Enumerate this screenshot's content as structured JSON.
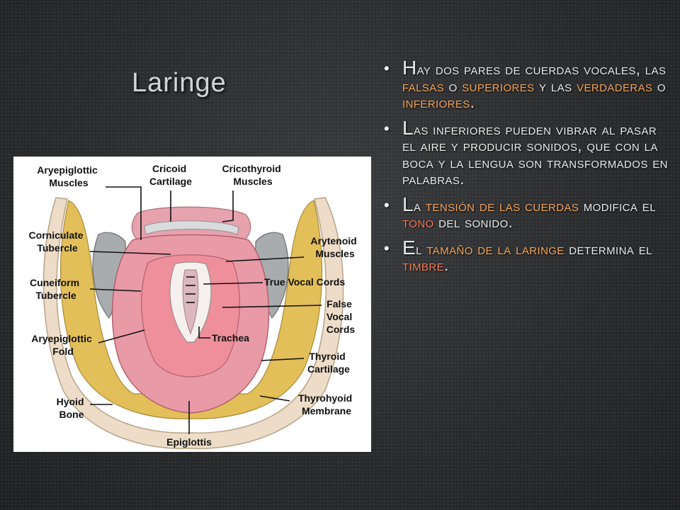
{
  "slide": {
    "title": "Laringe",
    "bullets": [
      {
        "segments": [
          {
            "text": "H",
            "style": "first"
          },
          {
            "text": "ay dos pares de cuerdas vocales, las ",
            "style": ""
          },
          {
            "text": "falsas",
            "style": "orange"
          },
          {
            "text": " o ",
            "style": ""
          },
          {
            "text": "superiores",
            "style": "orange"
          },
          {
            "text": " y las ",
            "style": ""
          },
          {
            "text": "verdaderas",
            "style": "orange"
          },
          {
            "text": " o ",
            "style": ""
          },
          {
            "text": "inferiores",
            "style": "orange"
          },
          {
            "text": ".",
            "style": ""
          }
        ]
      },
      {
        "segments": [
          {
            "text": "L",
            "style": "first"
          },
          {
            "text": "as inferiores pueden vibrar al pasar el aire y producir sonidos, que con la boca y la lengua son transformados en palabras.",
            "style": ""
          }
        ]
      },
      {
        "segments": [
          {
            "text": "L",
            "style": "first"
          },
          {
            "text": "a ",
            "style": ""
          },
          {
            "text": "tensión de las cuerdas",
            "style": "orange"
          },
          {
            "text": " modifica el ",
            "style": ""
          },
          {
            "text": "tono",
            "style": "red"
          },
          {
            "text": " del sonido.",
            "style": ""
          }
        ]
      },
      {
        "segments": [
          {
            "text": "E",
            "style": "first"
          },
          {
            "text": "l ",
            "style": ""
          },
          {
            "text": "tamaño de la laringe",
            "style": "orange"
          },
          {
            "text": " determina el ",
            "style": ""
          },
          {
            "text": "timbre",
            "style": "red"
          },
          {
            "text": ".",
            "style": ""
          }
        ]
      }
    ]
  },
  "figure": {
    "labels": {
      "aryepiglottic_muscles": [
        "Aryepiglottic",
        "Muscles"
      ],
      "cricoid_cartilage": [
        "Cricoid",
        "Cartilage"
      ],
      "cricothyroid_muscles": [
        "Cricothyroid",
        "Muscles"
      ],
      "corniculate_tubercle": [
        "Corniculate",
        "Tubercle"
      ],
      "arytenoid_muscles": [
        "Arytenoid",
        "Muscles"
      ],
      "cuneiform_tubercle": [
        "Cuneiform",
        "Tubercle"
      ],
      "true_vocal_cords": [
        "True Vocal Cords"
      ],
      "false_vocal_cords": [
        "False",
        "Vocal",
        "Cords"
      ],
      "trachea": [
        "Trachea"
      ],
      "aryepiglottic_fold": [
        "Aryepiglottic",
        "Fold"
      ],
      "thyroid_cartilage": [
        "Thyroid",
        "Cartilage"
      ],
      "hyoid_bone": [
        "Hyoid",
        "Bone"
      ],
      "thyrohyoid_membrane": [
        "Thyrohyoid",
        "Membrane"
      ],
      "epiglottis": [
        "Epiglottis"
      ]
    }
  },
  "colors": {
    "background": "#2b2c2e",
    "text": "#e9e9e9",
    "title": "#d3d3d3",
    "highlight_orange": "#f3a45a",
    "highlight_red": "#f07a5a"
  }
}
